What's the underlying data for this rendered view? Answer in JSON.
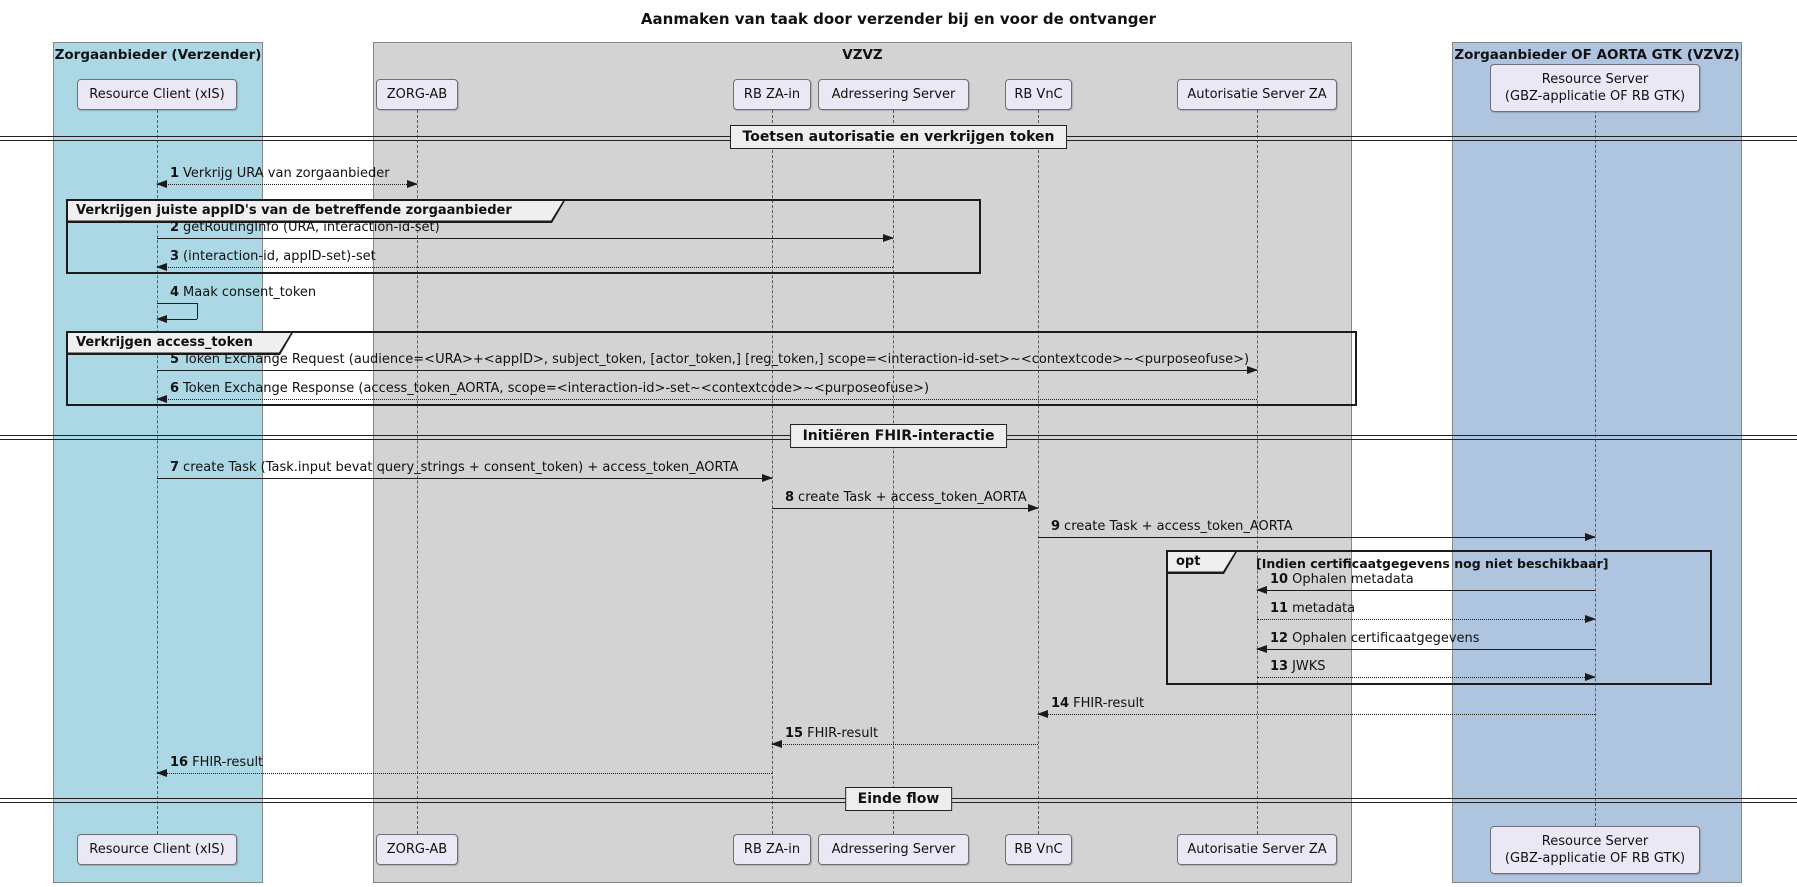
{
  "title": "Aanmaken van taak door verzender bij en voor de ontvanger",
  "lanes": [
    {
      "title": "Zorgaanbieder (Verzender)",
      "color": "#ACD7E5"
    },
    {
      "title": "VZVZ",
      "color": "#D3D3D3"
    },
    {
      "title": "Zorgaanbieder OF AORTA GTK (VZVZ)",
      "color": "#AFC4DE"
    }
  ],
  "participants": [
    {
      "label": "Resource Client (xIS)"
    },
    {
      "label": "ZORG-AB"
    },
    {
      "label": "RB ZA-in"
    },
    {
      "label": "Adressering Server"
    },
    {
      "label": "RB VnC"
    },
    {
      "label": "Autorisatie Server ZA"
    },
    {
      "label": "Resource Server\n(GBZ-applicatie OF RB GTK)"
    }
  ],
  "dividers": [
    {
      "label": "Toetsen autorisatie en verkrijgen token"
    },
    {
      "label": "Initiëren FHIR-interactie"
    },
    {
      "label": "Einde flow"
    }
  ],
  "groups": [
    {
      "label": "Verkrijgen juiste appID's van de betreffende zorgaanbieder"
    },
    {
      "label": "Verkrijgen access_token"
    }
  ],
  "opt": {
    "keyword": "opt",
    "condition": "[Indien certificaatgegevens nog niet beschikbaar]"
  },
  "messages": [
    {
      "num": "1",
      "text": "Verkrijg URA van zorgaanbieder"
    },
    {
      "num": "2",
      "text": "getRoutingInfo (URA, interaction-id-set)"
    },
    {
      "num": "3",
      "text": "(interaction-id, appID-set)-set"
    },
    {
      "num": "4",
      "text": "Maak consent_token"
    },
    {
      "num": "5",
      "text": "Token Exchange Request (audience=<URA>+<appID>, subject_token, [actor_token,] [reg_token,] scope=<interaction-id-set>~<contextcode>~<purposeofuse>)"
    },
    {
      "num": "6",
      "text": "Token Exchange Response (access_token_AORTA, scope=<interaction-id>-set~<contextcode>~<purposeofuse>)"
    },
    {
      "num": "7",
      "text": "create Task (Task.input bevat query_strings + consent_token) + access_token_AORTA"
    },
    {
      "num": "8",
      "text": "create Task + access_token_AORTA"
    },
    {
      "num": "9",
      "text": "create Task + access_token_AORTA"
    },
    {
      "num": "10",
      "text": "Ophalen metadata"
    },
    {
      "num": "11",
      "text": "metadata"
    },
    {
      "num": "12",
      "text": "Ophalen certificaatgegevens"
    },
    {
      "num": "13",
      "text": "JWKS"
    },
    {
      "num": "14",
      "text": "FHIR-result"
    },
    {
      "num": "15",
      "text": "FHIR-result"
    },
    {
      "num": "16",
      "text": "FHIR-result"
    }
  ]
}
